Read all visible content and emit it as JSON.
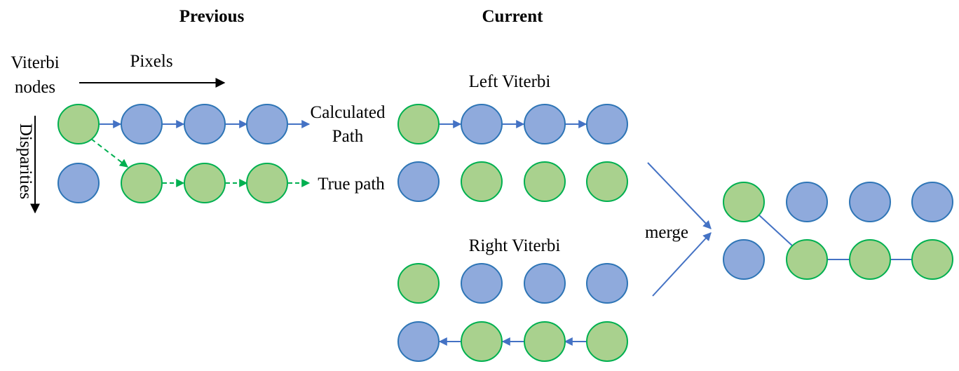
{
  "headings": {
    "previous": "Previous",
    "current": "Current"
  },
  "labels": {
    "viterbi_line1": "Viterbi",
    "viterbi_line2": "nodes",
    "pixels": "Pixels",
    "disparities": "Disparities",
    "calculated_line1": "Calculated",
    "calculated_line2": "Path",
    "true_path": "True path",
    "left_viterbi": "Left Viterbi",
    "right_viterbi": "Right Viterbi",
    "merge": "merge"
  },
  "colors": {
    "blue_fill": "#8faadc",
    "blue_stroke": "#2e75b6",
    "green_fill": "#a9d18e",
    "green_stroke": "#00b050",
    "solid_arrow": "#4472c4",
    "dashed_arrow": "#00b050"
  }
}
